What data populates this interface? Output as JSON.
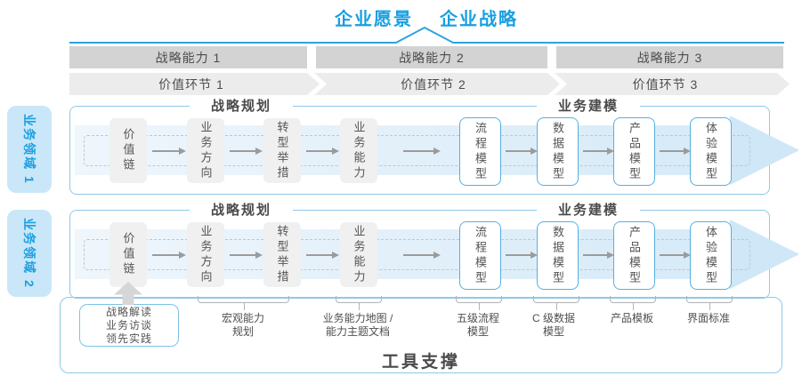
{
  "header": {
    "vision": "企业愿景",
    "strategy": "企业战略"
  },
  "strategic_capabilities": [
    {
      "label": "战略能力 1"
    },
    {
      "label": "战略能力 2"
    },
    {
      "label": "战略能力 3"
    }
  ],
  "value_chain": [
    {
      "label": "价值环节 1"
    },
    {
      "label": "价值环节 2"
    },
    {
      "label": "价值环节 3"
    }
  ],
  "business_domains": [
    {
      "label": "业务领域 1"
    },
    {
      "label": "业务领域 2"
    }
  ],
  "row": {
    "planning_title": "战略规划",
    "modeling_title": "业务建模",
    "planning_boxes": [
      {
        "label": "价值链"
      },
      {
        "label": "业务方向"
      },
      {
        "label": "转型举措"
      },
      {
        "label": "业务能力"
      }
    ],
    "modeling_boxes": [
      {
        "label": "流程模型"
      },
      {
        "label": "数据模型"
      },
      {
        "label": "产品模型"
      },
      {
        "label": "体验模型"
      }
    ]
  },
  "annotations": {
    "inputs_box": "战略解读\n业务访谈\n领先实践",
    "labels": [
      {
        "text": "宏观能力\n规划"
      },
      {
        "text": "业务能力地图 /\n能力主题文档"
      },
      {
        "text": "五级流程\n模型"
      },
      {
        "text": "C 级数据\n模型"
      },
      {
        "text": "产品模板"
      },
      {
        "text": "界面标准"
      }
    ]
  },
  "footer": {
    "title": "工具支撑"
  },
  "colors": {
    "accent_blue": "#1B9FE1",
    "container_border_blue": "#8FC9EA",
    "box_border_blue": "#55B0DF",
    "tab_fill_blue": "#C9E7F8",
    "band_blue": "#D6EAF8",
    "arrowhead_blue": "#CFE7F7",
    "capability_bar_gray": "#D3D3D3",
    "value_strip_gray": "#ECECEC",
    "box_fill_gray": "#F0F0F0",
    "text_gray": "#4D4D4D"
  }
}
